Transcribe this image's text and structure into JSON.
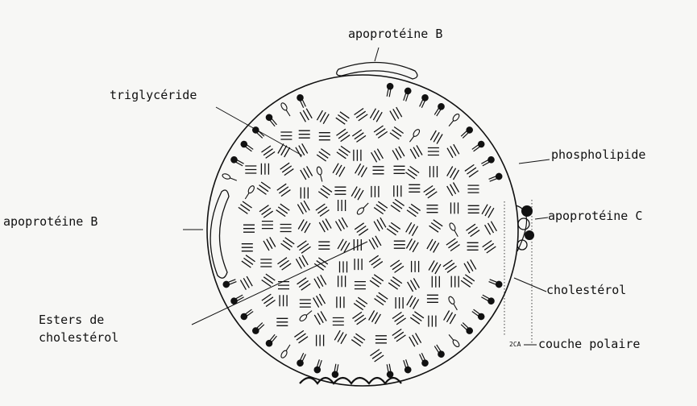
{
  "labels": {
    "apoprotein_b_top": "apoprotéine B",
    "triglyceride": "triglycéride",
    "phospholipide": "phospholipide",
    "apoprotein_b_left": "apoprotéine B",
    "apoprotein_c": "apoprotéine C",
    "cholesterol": "cholestérol",
    "esters_line1": "Esters de",
    "esters_line2": "cholestérol",
    "couche_polaire": "couche polaire",
    "polar_thickness_mark": "2CA"
  },
  "colors": {
    "ink": "#111111",
    "paper": "#f7f7f5"
  },
  "icons": {
    "phospholipid": "phospholipid-icon",
    "cholesterol": "cholesterol-icon",
    "triglyceride": "triglyceride-icon"
  }
}
